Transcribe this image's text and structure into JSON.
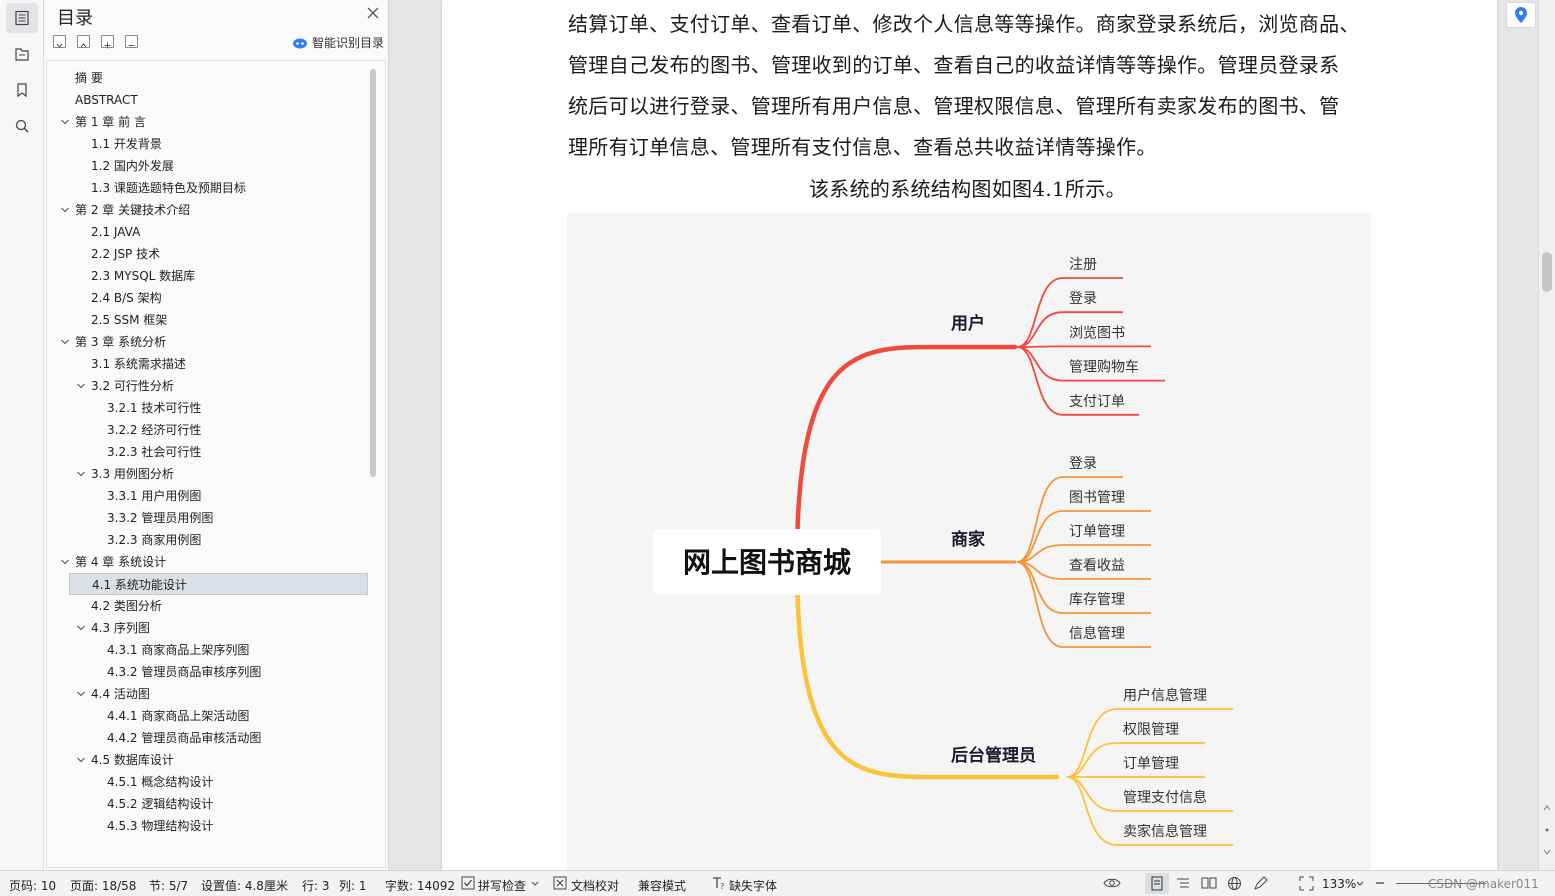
{
  "toc": {
    "title": "目录",
    "smart_label": "智能识别目录",
    "items": [
      {
        "label": "摘  要",
        "level": 0,
        "expand": false,
        "selected": false
      },
      {
        "label": "ABSTRACT",
        "level": 0,
        "expand": false,
        "selected": false
      },
      {
        "label": "第 1 章  前  言",
        "level": 0,
        "expand": true,
        "selected": false
      },
      {
        "label": "1.1 开发背景",
        "level": 1,
        "expand": false,
        "selected": false
      },
      {
        "label": "1.2 国内外发展",
        "level": 1,
        "expand": false,
        "selected": false
      },
      {
        "label": "1.3 课题选题特色及预期目标",
        "level": 1,
        "expand": false,
        "selected": false
      },
      {
        "label": "第 2 章  关键技术介绍",
        "level": 0,
        "expand": true,
        "selected": false
      },
      {
        "label": "2.1 JAVA",
        "level": 1,
        "expand": false,
        "selected": false
      },
      {
        "label": "2.2 JSP 技术",
        "level": 1,
        "expand": false,
        "selected": false
      },
      {
        "label": "2.3 MYSQL 数据库",
        "level": 1,
        "expand": false,
        "selected": false
      },
      {
        "label": "2.4 B/S 架构",
        "level": 1,
        "expand": false,
        "selected": false
      },
      {
        "label": "2.5 SSM 框架",
        "level": 1,
        "expand": false,
        "selected": false
      },
      {
        "label": "第 3 章  系统分析",
        "level": 0,
        "expand": true,
        "selected": false
      },
      {
        "label": "3.1  系统需求描述",
        "level": 1,
        "expand": false,
        "selected": false
      },
      {
        "label": "3.2  可行性分析",
        "level": 1,
        "expand": true,
        "selected": false
      },
      {
        "label": "3.2.1 技术可行性",
        "level": 2,
        "expand": false,
        "selected": false
      },
      {
        "label": "3.2.2 经济可行性",
        "level": 2,
        "expand": false,
        "selected": false
      },
      {
        "label": "3.2.3 社会可行性",
        "level": 2,
        "expand": false,
        "selected": false
      },
      {
        "label": "3.3 用例图分析",
        "level": 1,
        "expand": true,
        "selected": false
      },
      {
        "label": "3.3.1  用户用例图",
        "level": 2,
        "expand": false,
        "selected": false
      },
      {
        "label": "3.3.2  管理员用例图",
        "level": 2,
        "expand": false,
        "selected": false
      },
      {
        "label": "3.2.3  商家用例图",
        "level": 2,
        "expand": false,
        "selected": false
      },
      {
        "label": "第 4 章  系统设计",
        "level": 0,
        "expand": true,
        "selected": false
      },
      {
        "label": "4.1  系统功能设计",
        "level": 1,
        "expand": false,
        "selected": true
      },
      {
        "label": "4.2 类图分析",
        "level": 1,
        "expand": false,
        "selected": false
      },
      {
        "label": "4.3  序列图",
        "level": 1,
        "expand": true,
        "selected": false
      },
      {
        "label": "4.3.1  商家商品上架序列图",
        "level": 2,
        "expand": false,
        "selected": false
      },
      {
        "label": "4.3.2  管理员商品审核序列图",
        "level": 2,
        "expand": false,
        "selected": false
      },
      {
        "label": "4.4  活动图",
        "level": 1,
        "expand": true,
        "selected": false
      },
      {
        "label": "4.4.1  商家商品上架活动图",
        "level": 2,
        "expand": false,
        "selected": false
      },
      {
        "label": "4.4.2  管理员商品审核活动图",
        "level": 2,
        "expand": false,
        "selected": false
      },
      {
        "label": "4.5  数据库设计",
        "level": 1,
        "expand": true,
        "selected": false
      },
      {
        "label": "4.5.1 概念结构设计",
        "level": 2,
        "expand": false,
        "selected": false
      },
      {
        "label": "4.5.2 逻辑结构设计",
        "level": 2,
        "expand": false,
        "selected": false
      },
      {
        "label": "4.5.3 物理结构设计",
        "level": 2,
        "expand": false,
        "selected": false
      }
    ]
  },
  "document": {
    "lines": [
      "结算订单、支付订单、查看订单、修改个人信息等等操作。商家登录系统后，浏览商品、",
      "管理自己发布的图书、管理收到的订单、查看自己的收益详情等等操作。管理员登录系",
      "统后可以进行登录、管理所有用户信息、管理权限信息、管理所有卖家发布的图书、管",
      "理所有订单信息、管理所有支付信息、查看总共收益详情等操作。"
    ],
    "caption": "该系统的系统结构图如图4.1所示。"
  },
  "mindmap": {
    "root": "网上图书商城",
    "branches": [
      {
        "name": "用户",
        "color": "#f04a3c",
        "items": [
          "注册",
          "登录",
          "浏览图书",
          "管理购物车",
          "支付订单"
        ]
      },
      {
        "name": "商家",
        "color": "#f7943a",
        "items": [
          "登录",
          "图书管理",
          "订单管理",
          "查看收益",
          "库存管理",
          "信息管理"
        ]
      },
      {
        "name": "后台管理员",
        "color": "#fbc23a",
        "items": [
          "用户信息管理",
          "权限管理",
          "订单管理",
          "管理支付信息",
          "卖家信息管理"
        ]
      }
    ]
  },
  "status": {
    "page_code": "页码: 10",
    "page": "页面: 18/58",
    "section": "节: 5/7",
    "setting": "设置值: 4.8厘米",
    "row": "行: 3",
    "col": "列: 1",
    "words": "字数: 14092",
    "spell": "拼写检查",
    "doc_check": "文档校对",
    "compat": "兼容模式",
    "missing_font": "缺失字体",
    "zoom": "133%",
    "watermark": "CSDN @maker011"
  },
  "colors": {
    "accent": "#2f7cf6",
    "selected": "#dcdfe6"
  }
}
